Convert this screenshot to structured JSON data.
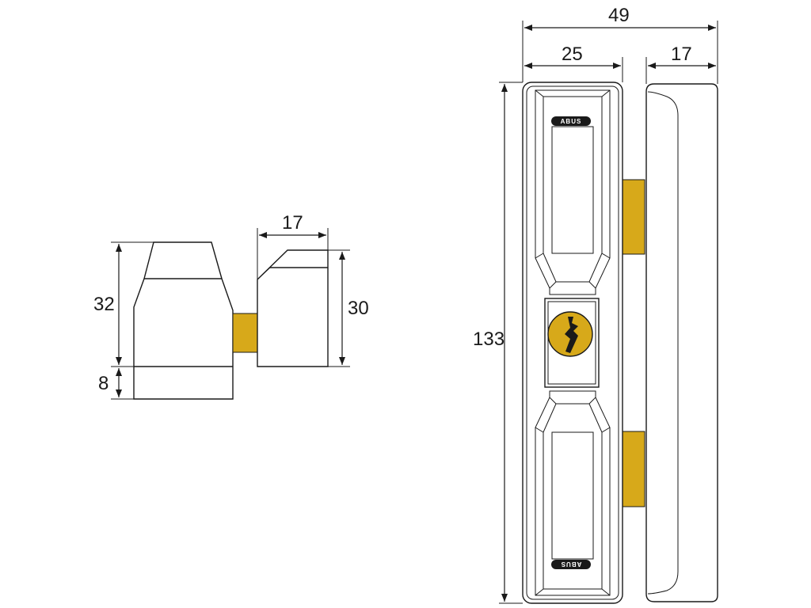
{
  "colors": {
    "outline": "#1a1a1a",
    "brass": "#d7a91a",
    "background": "#ffffff"
  },
  "brand": {
    "logo_text": "ABUS"
  },
  "dimensions": {
    "side_height_main": "32",
    "side_height_base": "8",
    "side_bolt_width": "17",
    "side_bolt_height": "30",
    "front_total_width": "49",
    "front_body_width": "25",
    "front_cover_width": "17",
    "front_height": "133"
  }
}
